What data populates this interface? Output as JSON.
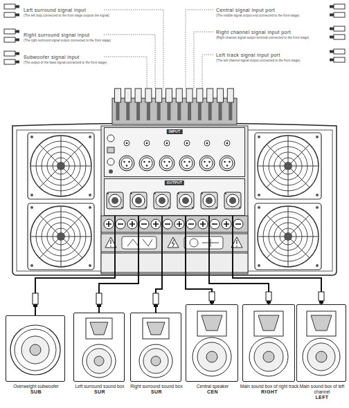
{
  "diagram": {
    "nodes": [
      {
        "text": [
          "INPUT"
        ]
      },
      {
        "text": [
          "OUTPUT"
        ]
      },
      {
        "text": [
          "Overweight subwoofer",
          "SUB"
        ]
      },
      {
        "text": [
          "Left surround sound box",
          "SUR"
        ]
      },
      {
        "text": [
          "Right surround sound box",
          "SUR"
        ]
      },
      {
        "text": [
          "Central speaker",
          "CEN"
        ]
      },
      {
        "text": [
          "Main sound box of right track",
          "RIGHT"
        ]
      },
      {
        "text": [
          "Main sound box of left channel",
          "LEFT"
        ]
      }
    ],
    "edges": [
      {
        "from": 1,
        "to": 2,
        "arrow": "none"
      },
      {
        "from": 1,
        "to": 3,
        "arrow": "none"
      },
      {
        "from": 1,
        "to": 4,
        "arrow": "none"
      },
      {
        "from": 1,
        "to": 5,
        "arrow": "none"
      },
      {
        "from": 1,
        "to": 6,
        "arrow": "none"
      },
      {
        "from": 1,
        "to": 7,
        "arrow": "none"
      }
    ],
    "labels": [
      "Left surround signal input",
      "(The left loop connected to the front stage outputs the signal)",
      "Central signal input port",
      "(The middle signal output end connected to the front stage)",
      "Right surround signal input",
      "(The right surround signal output connected to the front stage)",
      "Right channel signal input port",
      "(Right channel signal output terminal connected to the front stage)",
      "Subwoofer signal input",
      "(The output of the bass signal connected to the front stage)",
      "Left track signal input port",
      "(The left channel signal output connected to the front stage)"
    ]
  }
}
